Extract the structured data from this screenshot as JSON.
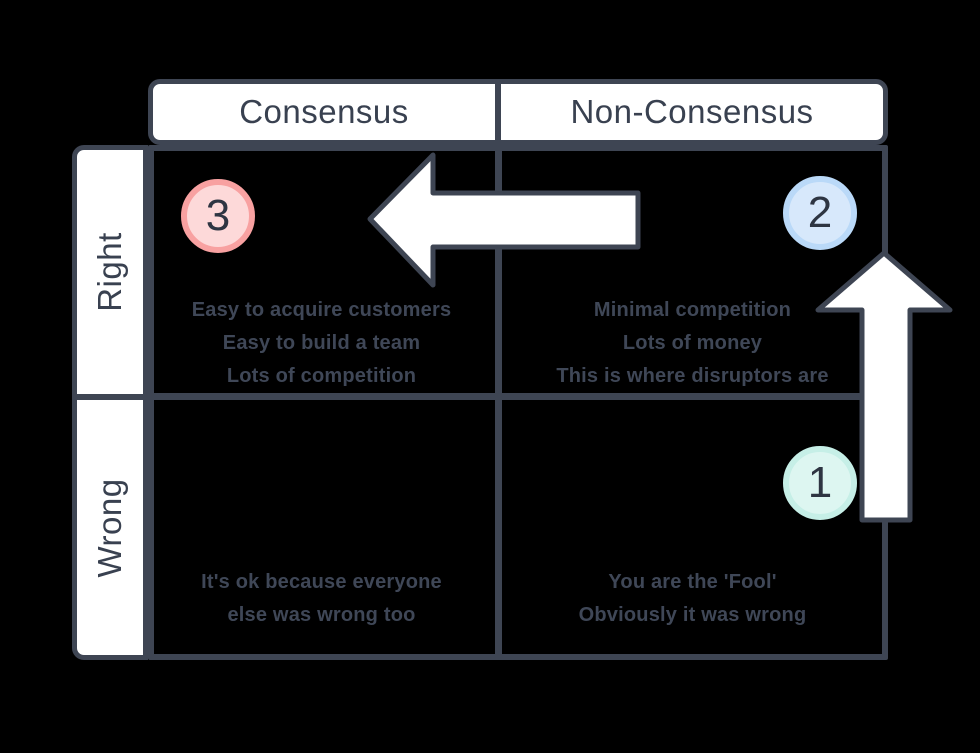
{
  "columns": [
    "Consensus",
    "Non-Consensus"
  ],
  "rows": [
    "Right",
    "Wrong"
  ],
  "quadrants": {
    "consensus_right": {
      "lines": [
        "Easy to acquire customers",
        "Easy to build a team",
        "Lots of competition"
      ]
    },
    "non_consensus_right": {
      "lines": [
        "Minimal competition",
        "Lots of money",
        "This is where disruptors are"
      ]
    },
    "consensus_wrong": {
      "lines": [
        "It's ok because everyone",
        "else was wrong too"
      ]
    },
    "non_consensus_wrong": {
      "lines": [
        "You are the 'Fool'",
        "Obviously it was wrong"
      ]
    }
  },
  "badges": [
    {
      "number": "1",
      "quadrant": "non_consensus_wrong",
      "fill": "#ddf6f1",
      "ring": "#c6efe7"
    },
    {
      "number": "2",
      "quadrant": "non_consensus_right",
      "fill": "#d7e8fb",
      "ring": "#bad9f8"
    },
    {
      "number": "3",
      "quadrant": "consensus_right",
      "fill": "#fdd9d9",
      "ring": "#f8a1a1"
    }
  ],
  "arrows": [
    {
      "name": "arrow-up",
      "direction": "up",
      "from": "non_consensus_wrong",
      "to": "non_consensus_right"
    },
    {
      "name": "arrow-left",
      "direction": "left",
      "from": "non_consensus_right",
      "to": "consensus_right"
    }
  ],
  "colors": {
    "background": "#000000",
    "cell_bg": "#ffffff",
    "line": "#3e4553",
    "header_text": "#394150",
    "quadrant_text": "#3f4757",
    "arrow_fill": "#ffffff"
  }
}
